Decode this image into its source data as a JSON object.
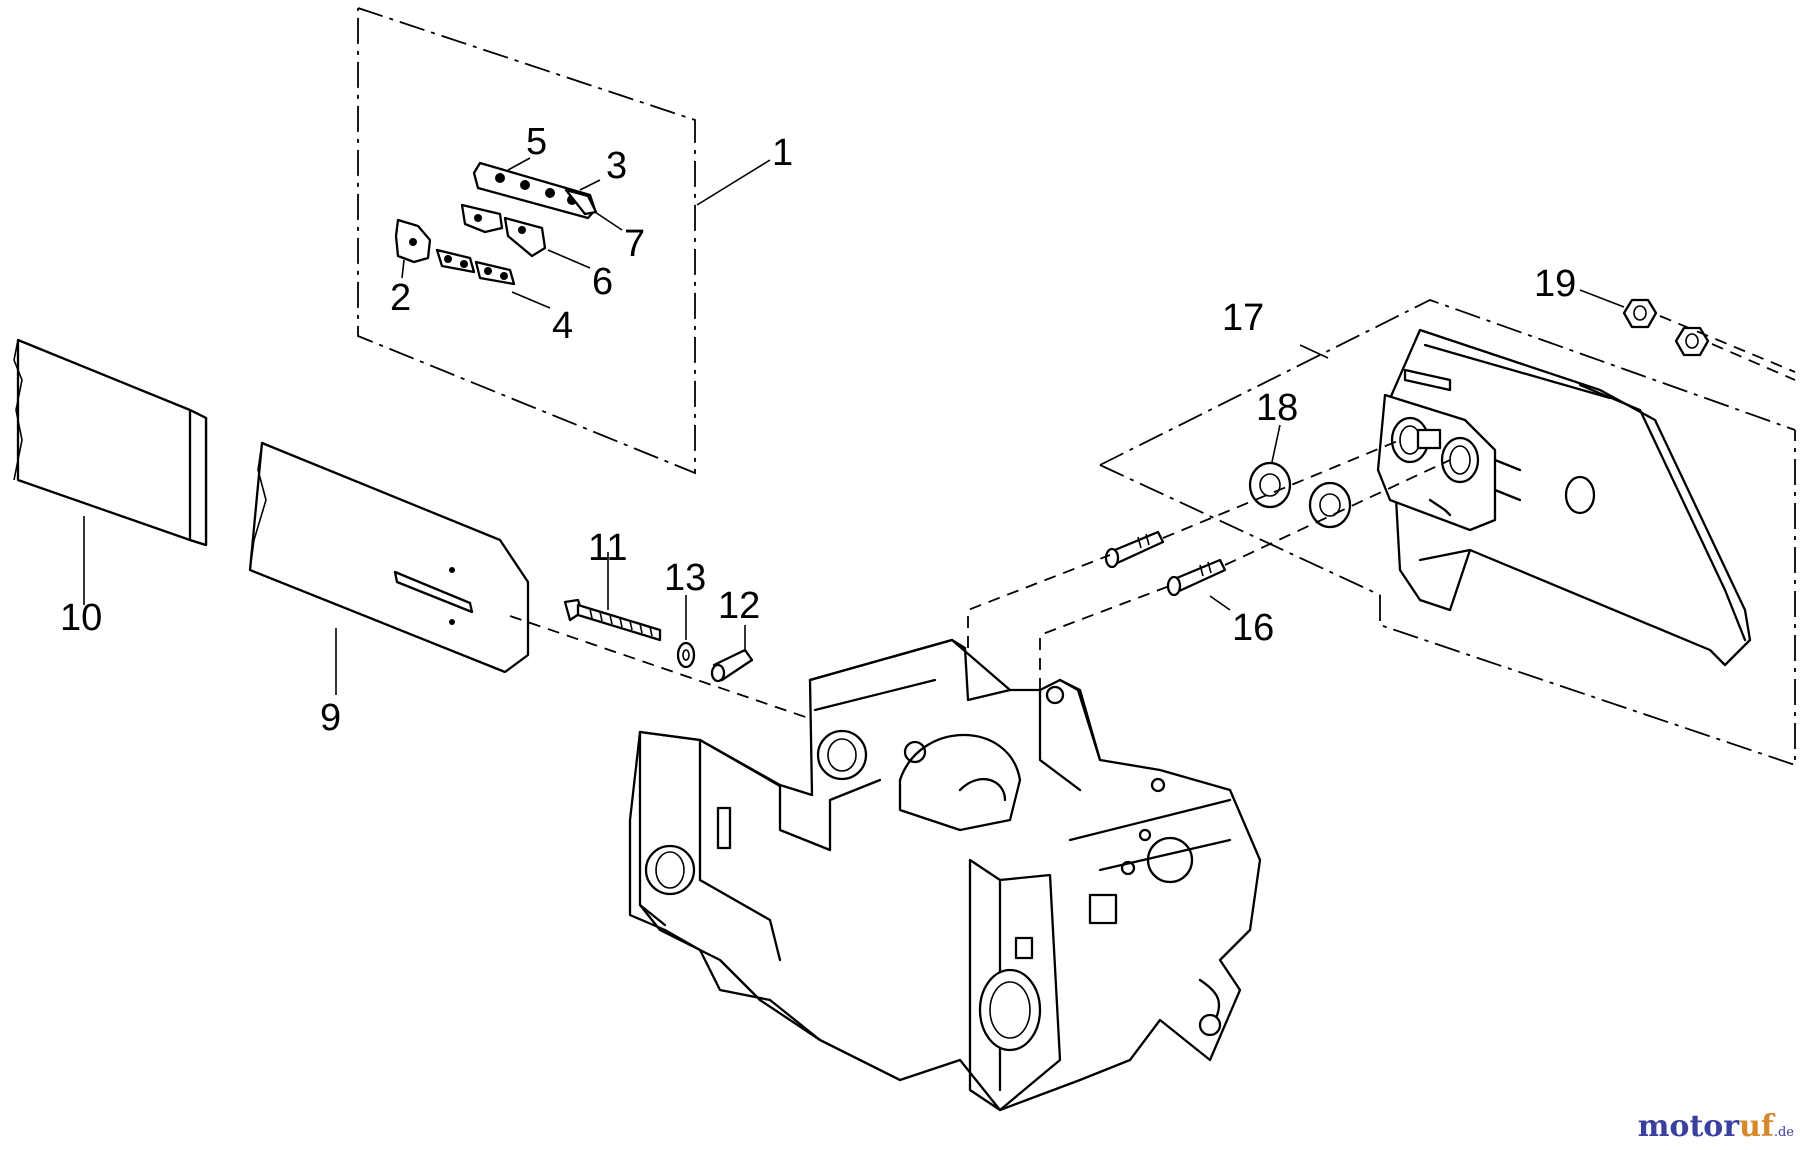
{
  "callouts": {
    "c1": "1",
    "c2": "2",
    "c3": "3",
    "c4": "4",
    "c5": "5",
    "c6": "6",
    "c7": "7",
    "c9": "9",
    "c10": "10",
    "c11": "11",
    "c12": "12",
    "c13": "13",
    "c16": "16",
    "c17": "17",
    "c18": "18",
    "c19": "19"
  },
  "watermark": {
    "main": "motor",
    "accent": "uf",
    "tld": ".de"
  }
}
